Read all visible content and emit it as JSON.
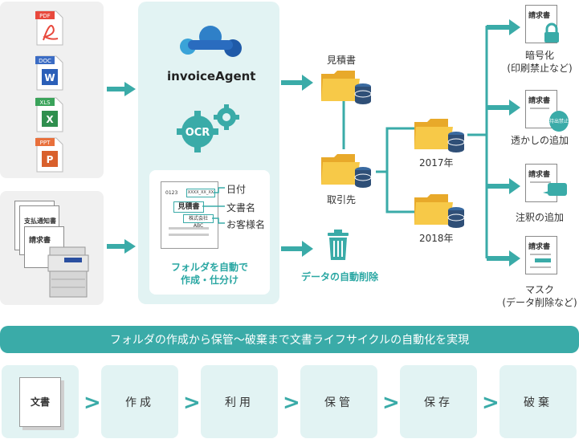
{
  "files": {
    "pdf": "PDF",
    "doc": "DOC",
    "xls": "XLS",
    "ppt": "PPT"
  },
  "paper_docs": {
    "front": "請求書",
    "back": "支払通知書"
  },
  "center": {
    "logo": "invoiceAgent",
    "ocr": "OCR",
    "doc_number": "0123",
    "doc_number_field": "XXXX_XX_XX",
    "doc_title": "見積書",
    "doc_customer": "株式会社ABC",
    "label_date": "日付",
    "label_docname": "文書名",
    "label_customer": "お客様名",
    "caption_line1": "フォルダを自動で",
    "caption_line2": "作成・仕分け"
  },
  "folders": {
    "estimate": "見積書",
    "client": "取引先",
    "year2017": "2017年",
    "year2018": "2018年"
  },
  "delete_label": "データの自動削除",
  "outputs": {
    "doc_label": "請求書",
    "stamp": "持出禁止",
    "encrypt_line1": "暗号化",
    "encrypt_line2": "(印刷禁止など)",
    "watermark": "透かしの追加",
    "annotation": "注釈の追加",
    "mask_line1": "マスク",
    "mask_line2": "(データ削除など)"
  },
  "banner": "フォルダの作成から保管～破棄まで文書ライフサイクルの自動化を実現",
  "lifecycle": {
    "doc_label": "文書",
    "create": "作成",
    "use": "利用",
    "store": "保管",
    "preserve": "保存",
    "destroy": "破棄",
    "separator": ">"
  },
  "colors": {
    "teal": "#3aaba8",
    "panel_green": "#e2f3f3",
    "panel_gray": "#f0f0f0",
    "folder": "#f5c43a",
    "drum": "#2f4f77"
  }
}
